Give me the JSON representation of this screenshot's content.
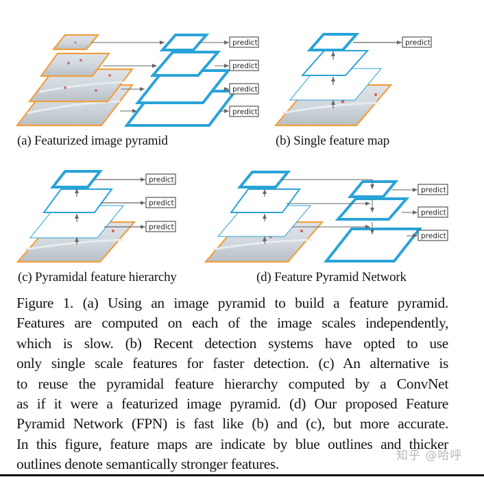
{
  "figure": {
    "colors": {
      "image_border": "#F0A040",
      "feature_map": "#2AA3D8",
      "arrow": "#666666",
      "image_fill": "#C9D2D8"
    },
    "predict_label": "predict",
    "panels": [
      {
        "id": "a",
        "caption": "(a) Featurized image pyramid",
        "predict_count": 4
      },
      {
        "id": "b",
        "caption": "(b) Single feature map",
        "predict_count": 1
      },
      {
        "id": "c",
        "caption": "(c) Pyramidal feature hierarchy",
        "predict_count": 3
      },
      {
        "id": "d",
        "caption": "(d) Feature Pyramid Network",
        "predict_count": 3
      }
    ]
  },
  "caption": {
    "lines": [
      "Figure 1. (a) Using an image pyramid to build a feature pyramid.",
      "Features are computed on each of the image scales independently,",
      "which is slow.  (b) Recent detection systems have opted to use",
      "only single scale features for faster detection. (c) An alternative is",
      "to reuse the pyramidal feature hierarchy computed by a ConvNet",
      "as if it were a featurized image pyramid. (d) Our proposed Feature",
      "Pyramid Network (FPN) is fast like (b) and (c), but more accurate.",
      "In this figure, feature maps are indicate by blue outlines and thicker",
      "outlines denote semantically stronger features."
    ]
  },
  "watermark": "知乎 @哈呼"
}
